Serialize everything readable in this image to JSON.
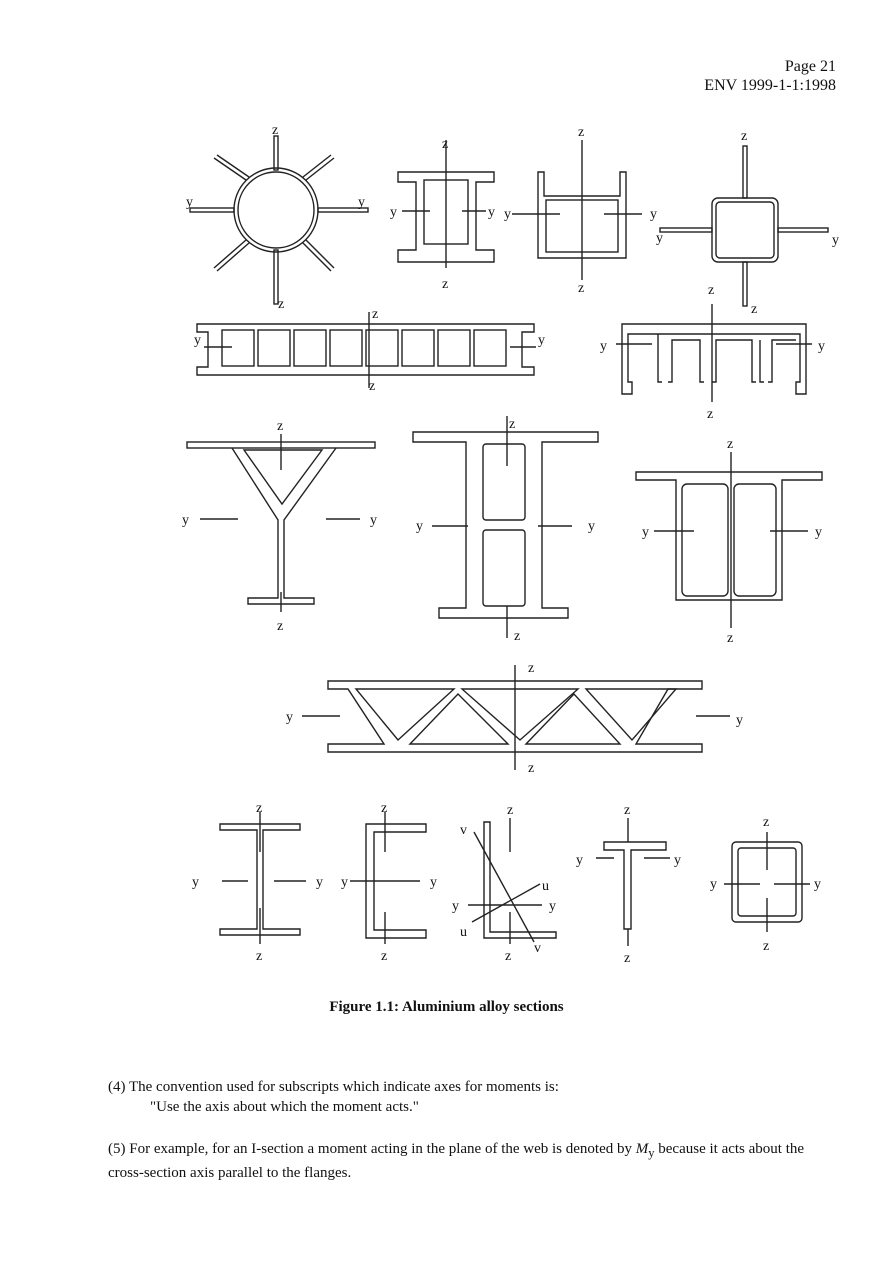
{
  "header": {
    "page": "Page 21",
    "standard": "ENV 1999-1-1:1998"
  },
  "figure": {
    "caption": "Figure 1.1: Aluminium alloy sections",
    "axis_labels": {
      "y": "y",
      "z": "z",
      "u": "u",
      "v": "v"
    }
  },
  "body": {
    "para4_line1": "(4) The convention used for subscripts which indicate axes for moments is:",
    "para4_line2": "\"Use the axis about which the moment acts.\"",
    "para5_a": "(5) For example, for an I-section a moment acting in the plane of the web is denoted by ",
    "para5_symbol": "M",
    "para5_sub": "y",
    "para5_b": " because it acts about the cross-section axis parallel to the flanges."
  }
}
